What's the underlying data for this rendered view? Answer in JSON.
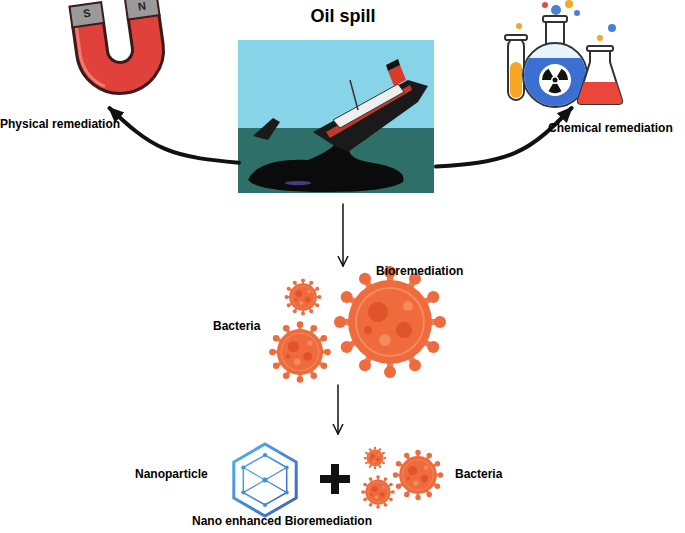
{
  "diagram": {
    "nodes": [
      {
        "text": [
          "Oil spill"
        ]
      },
      {
        "text": [
          "Physical remediation"
        ]
      },
      {
        "text": [
          "Chemical remediation"
        ]
      },
      {
        "text": [
          "Bioremediation",
          "Bacteria"
        ]
      },
      {
        "text": [
          "Nanoparticle",
          "Bacteria",
          "Nano enhanced Bioremediation"
        ]
      }
    ],
    "edges": [
      {
        "from": 0,
        "to": 1,
        "arrow": "to"
      },
      {
        "from": 0,
        "to": 2,
        "arrow": "to"
      },
      {
        "from": 0,
        "to": 3,
        "arrow": "to"
      },
      {
        "from": 3,
        "to": 4,
        "arrow": "to"
      }
    ],
    "labels": [
      "S",
      "N"
    ]
  }
}
